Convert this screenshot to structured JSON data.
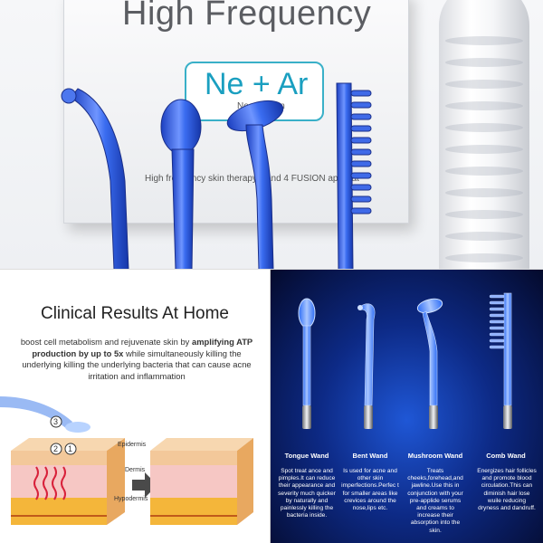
{
  "top_panel": {
    "box_title": "High Frequency",
    "logo": "Ne + Ar",
    "logo_sub": "Neon  Argon",
    "box_subtitle": "High frequency skin therapy wand   4 FUSION applicat",
    "colors": {
      "wand": "#2f63e0",
      "logo": "#1a9fc0"
    }
  },
  "clinical": {
    "title": "Clinical Results At Home",
    "body_part1": "boost cell metabolism and rejuvenate skin by ",
    "body_bold": "amplifying ATP production by up to 5x",
    "body_part2": " while simultaneously killing the underlying killing the underlying bacteria that can cause acne irritation and inflammation",
    "skin_labels": {
      "epidermis": "Epidermis",
      "dermis": "Dermis",
      "hypodermis": "Hypodermis"
    },
    "markers": [
      "3",
      "2",
      "1"
    ]
  },
  "wands": [
    {
      "name": "Tongue Wand",
      "desc": "Spot treat ance and pimples.It can reduce their appearance and severity much quicker by naturally and painlessly killing the bacteria inside."
    },
    {
      "name": "Bent Wand",
      "desc": "Is used for acne and other skin imperfections.Perfec t for smaller areas like crevices around the nose,lips etc."
    },
    {
      "name": "Mushroom Wand",
      "desc": "Treats cheeks,forehead,and jawline.Use this in conjunction with your pre-applide serums and creams to increase their absorption into the skin."
    },
    {
      "name": "Comb Wand",
      "desc": "Energizes hair follicles and promote blood circulation.This can diminish hair lose wuile reducing dryness and dandruff."
    }
  ]
}
